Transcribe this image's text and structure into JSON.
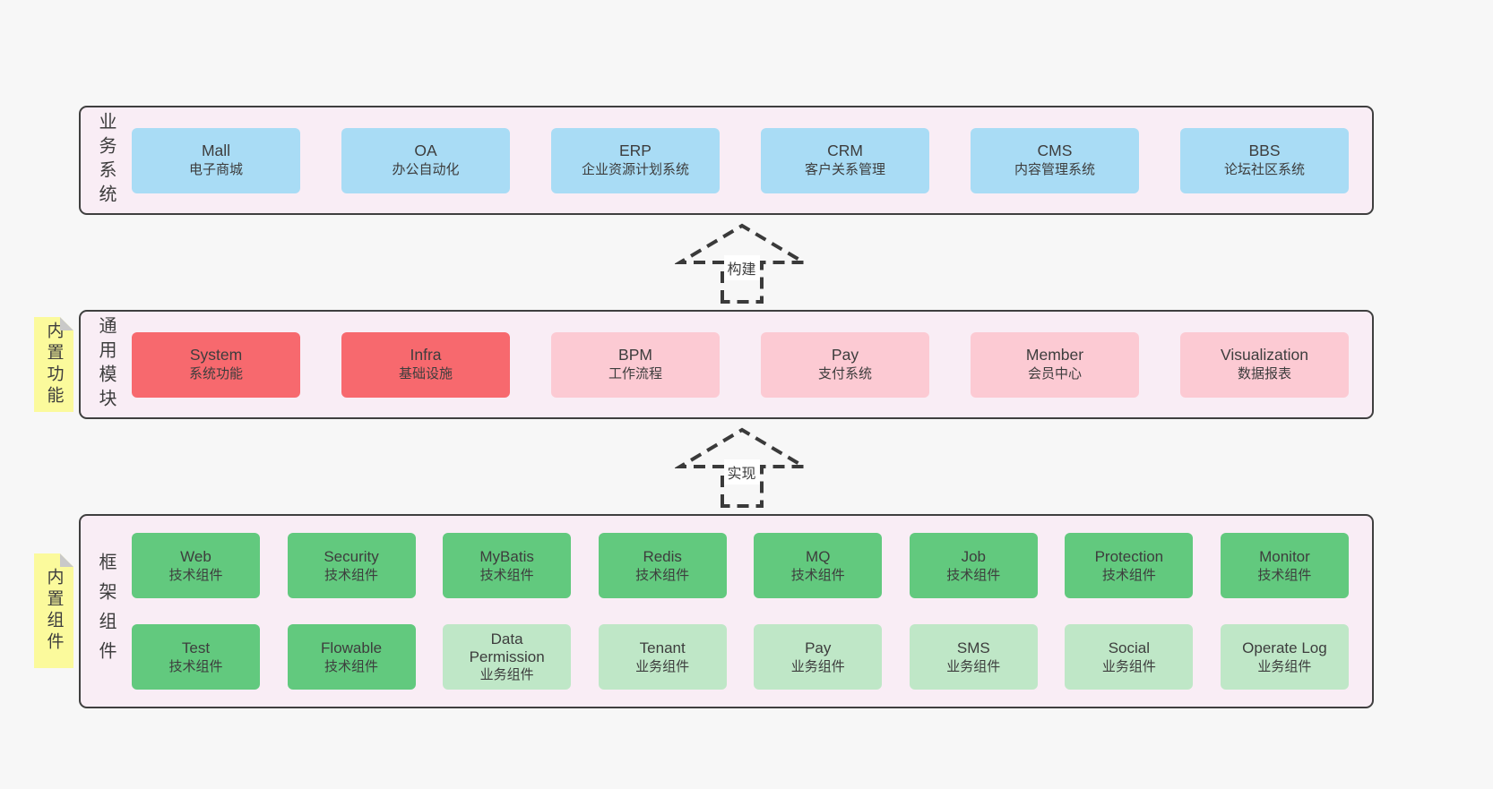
{
  "colors": {
    "page_bg": "#f7f7f7",
    "panel_bg": "#f9edf5",
    "panel_border": "#3f3f3f",
    "blue": "#a9dcf5",
    "red": "#f7696e",
    "pink": "#fccad3",
    "green": "#62c97e",
    "green_light": "#bfe7c7",
    "note_yellow": "#fbfa9c",
    "note_fold": "#c9c9c9",
    "text": "#3d3d3d"
  },
  "arrows": {
    "build": "构建",
    "implement": "实现"
  },
  "business": {
    "label": "业务系统",
    "boxes": [
      {
        "title": "Mall",
        "subtitle": "电子商城"
      },
      {
        "title": "OA",
        "subtitle": "办公自动化"
      },
      {
        "title": "ERP",
        "subtitle": "企业资源计划系统"
      },
      {
        "title": "CRM",
        "subtitle": "客户关系管理"
      },
      {
        "title": "CMS",
        "subtitle": "内容管理系统"
      },
      {
        "title": "BBS",
        "subtitle": "论坛社区系统"
      }
    ]
  },
  "modules": {
    "label": "通用模块",
    "note": "内置功能",
    "boxes": [
      {
        "title": "System",
        "subtitle": "系统功能"
      },
      {
        "title": "Infra",
        "subtitle": "基础设施"
      },
      {
        "title": "BPM",
        "subtitle": "工作流程"
      },
      {
        "title": "Pay",
        "subtitle": "支付系统"
      },
      {
        "title": "Member",
        "subtitle": "会员中心"
      },
      {
        "title": "Visualization",
        "subtitle": "数据报表"
      }
    ]
  },
  "framework": {
    "label": "框架组件",
    "note": "内置组件",
    "rows": [
      [
        {
          "title": "Web",
          "subtitle": "技术组件"
        },
        {
          "title": "Security",
          "subtitle": "技术组件"
        },
        {
          "title": "MyBatis",
          "subtitle": "技术组件"
        },
        {
          "title": "Redis",
          "subtitle": "技术组件"
        },
        {
          "title": "MQ",
          "subtitle": "技术组件"
        },
        {
          "title": "Job",
          "subtitle": "技术组件"
        },
        {
          "title": "Protection",
          "subtitle": "技术组件"
        },
        {
          "title": "Monitor",
          "subtitle": "技术组件"
        }
      ],
      [
        {
          "title": "Test",
          "subtitle": "技术组件"
        },
        {
          "title": "Flowable",
          "subtitle": "技术组件"
        },
        {
          "title": "Data Permission",
          "subtitle": "业务组件"
        },
        {
          "title": "Tenant",
          "subtitle": "业务组件"
        },
        {
          "title": "Pay",
          "subtitle": "业务组件"
        },
        {
          "title": "SMS",
          "subtitle": "业务组件"
        },
        {
          "title": "Social",
          "subtitle": "业务组件"
        },
        {
          "title": "Operate Log",
          "subtitle": "业务组件"
        }
      ]
    ]
  }
}
